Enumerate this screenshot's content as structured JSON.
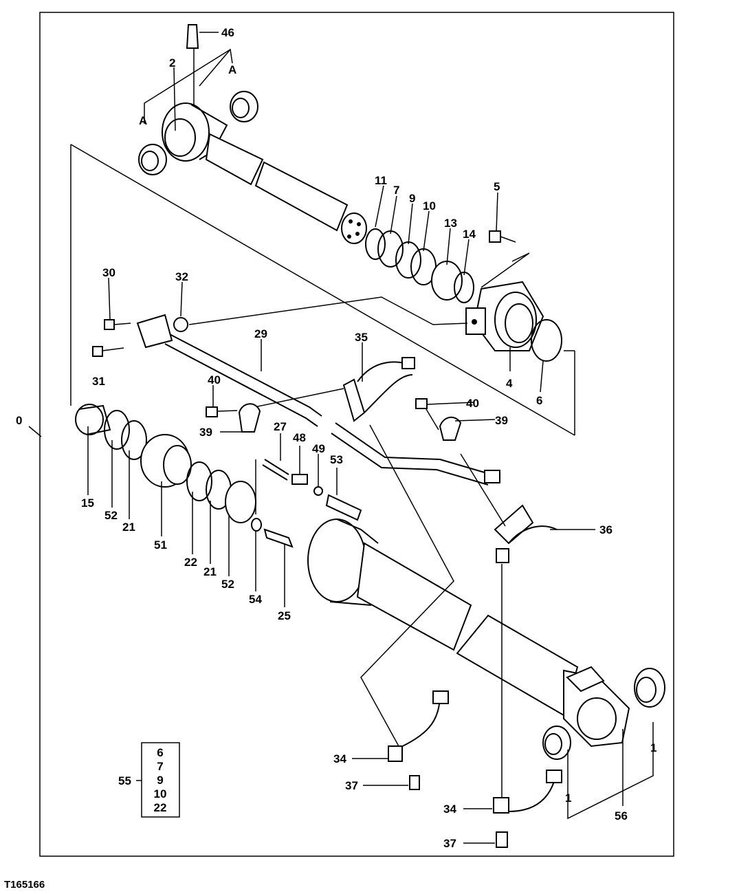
{
  "figure_id": "T165166",
  "callouts": {
    "c0": "0",
    "c1a": "1",
    "c1b": "1",
    "c2": "2",
    "c4": "4",
    "c5": "5",
    "c6": "6",
    "c7": "7",
    "c9": "9",
    "c10": "10",
    "c11": "11",
    "c13": "13",
    "c14": "14",
    "c15": "15",
    "c21a": "21",
    "c21b": "21",
    "c22": "22",
    "c25": "25",
    "c27": "27",
    "c29": "29",
    "c30": "30",
    "c31": "31",
    "c32": "32",
    "c34a": "34",
    "c34b": "34",
    "c35": "35",
    "c36": "36",
    "c37a": "37",
    "c37b": "37",
    "c39a": "39",
    "c39b": "39",
    "c40a": "40",
    "c40b": "40",
    "c46": "46",
    "c48": "48",
    "c49": "49",
    "c51": "51",
    "c52a": "52",
    "c52b": "52",
    "c53": "53",
    "c54": "54",
    "c55": "55",
    "c56": "56",
    "cA1": "A",
    "cA2": "A"
  },
  "kit": {
    "label": "55",
    "items": [
      "6",
      "7",
      "9",
      "10",
      "22"
    ]
  }
}
